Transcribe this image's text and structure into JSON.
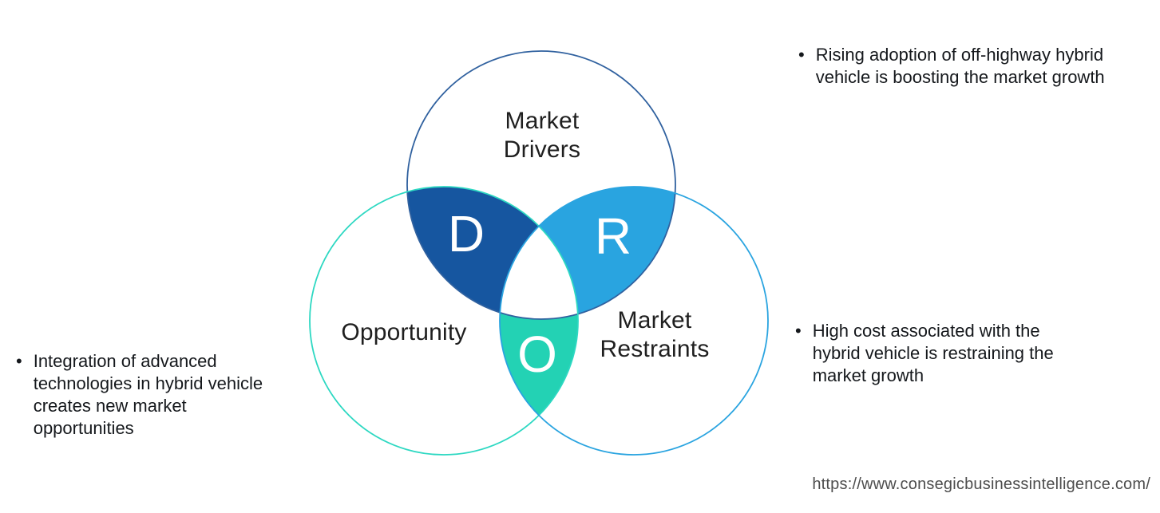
{
  "diagram": {
    "drivers": {
      "label": "Market\nDrivers",
      "letter": "D",
      "circle_color": "#30619f",
      "overlap_color": "#1656a0"
    },
    "opportunity": {
      "label": "Opportunity",
      "letter": "O",
      "circle_color": "#2dd8c2",
      "overlap_color": "#23d2b4"
    },
    "restraints": {
      "label": "Market\nRestraints",
      "letter": "R",
      "circle_color": "#2aa4e0",
      "overlap_color": "#29a4e0"
    }
  },
  "bullets": {
    "drivers": {
      "marker": "•",
      "text": "Rising adoption of off-highway hybrid\nvehicle is boosting the market growth"
    },
    "restraints": {
      "marker": "•",
      "text": "High cost associated with the\nhybrid vehicle is restraining the\nmarket growth"
    },
    "opportunity": {
      "marker": "•",
      "text": "Integration of advanced\ntechnologies in hybrid vehicle\ncreates new market\nopportunities"
    }
  },
  "footer": {
    "url": "https://www.consegicbusinessintelligence.com/"
  }
}
